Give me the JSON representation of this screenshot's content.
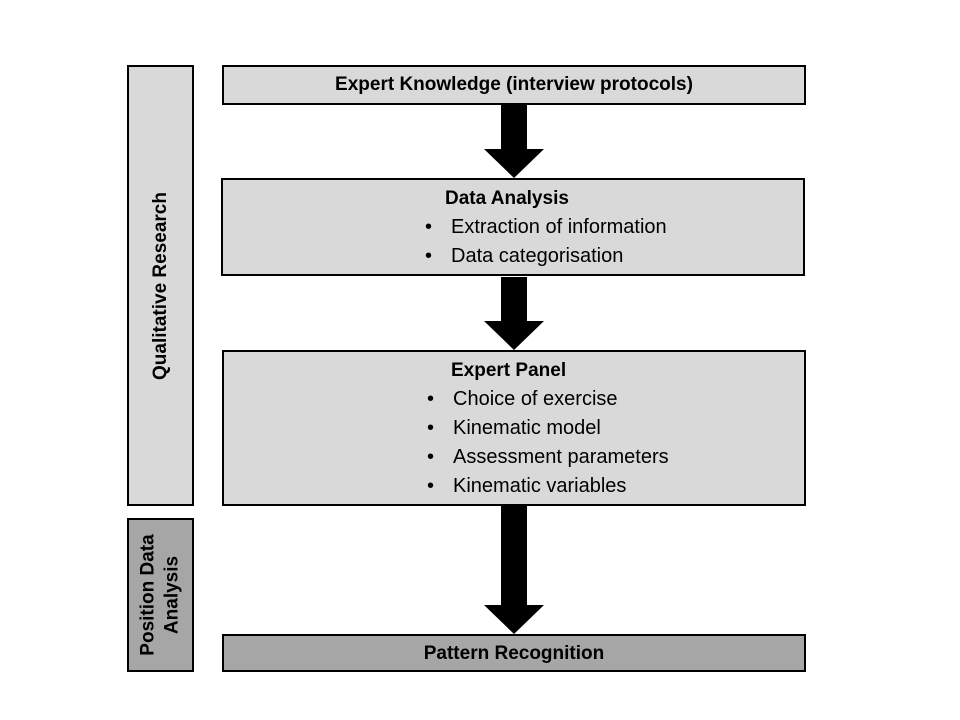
{
  "side_labels": {
    "qualitative": "Qualitative Research",
    "position_line1": "Position Data",
    "position_line2": "Analysis"
  },
  "boxes": {
    "expert_knowledge": {
      "title": "Expert Knowledge (interview protocols)"
    },
    "data_analysis": {
      "title": "Data Analysis",
      "items": [
        "Extraction of information",
        "Data categorisation"
      ]
    },
    "expert_panel": {
      "title": "Expert Panel",
      "items": [
        "Choice of exercise",
        "Kinematic model",
        "Assessment parameters",
        "Kinematic variables"
      ]
    },
    "pattern_recognition": {
      "title": "Pattern Recognition"
    }
  },
  "colors": {
    "box_fill": "#d9d9d9",
    "box_fill_dark": "#a6a6a6",
    "arrow": "#000000"
  }
}
